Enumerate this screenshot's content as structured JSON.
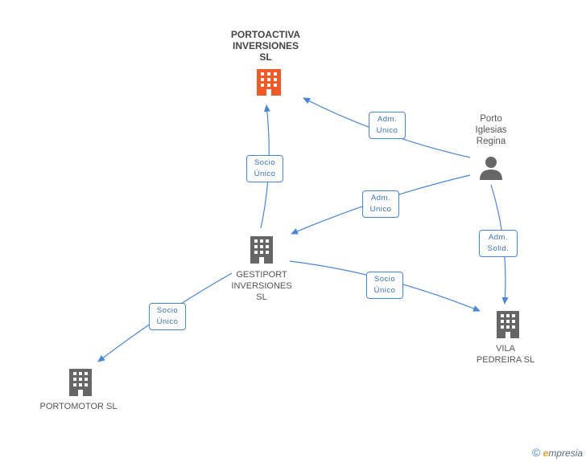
{
  "nodes": {
    "portoactiva": {
      "label_lines": [
        "PORTOACTIVA",
        "INVERSIONES",
        "SL"
      ],
      "color": "#f05a28"
    },
    "gestiport": {
      "label_lines": [
        "GESTIPORT",
        "INVERSIONES",
        "SL"
      ],
      "color": "#666666"
    },
    "portomotor": {
      "label_lines": [
        "PORTOMOTOR SL"
      ],
      "color": "#666666"
    },
    "vilapedreira": {
      "label_lines": [
        "VILA",
        "PEDREIRA SL"
      ],
      "color": "#666666"
    },
    "person": {
      "label_lines": [
        "Porto",
        "Iglesias",
        "Regina"
      ],
      "color": "#666666"
    }
  },
  "edges": {
    "person_to_portoactiva": [
      "Adm.",
      "Unico"
    ],
    "gestiport_to_portoactiva": [
      "Socio",
      "Único"
    ],
    "person_to_gestiport": [
      "Adm.",
      "Unico"
    ],
    "person_to_vilapedreira": [
      "Adm.",
      "Solid."
    ],
    "gestiport_to_vilapedreira": [
      "Socio",
      "Único"
    ],
    "gestiport_to_portomotor": [
      "Socio",
      "Único"
    ]
  },
  "edge_color": "#4a86d4",
  "brand": {
    "copyright": "©",
    "first_letter": "e",
    "rest": "mpresia"
  }
}
